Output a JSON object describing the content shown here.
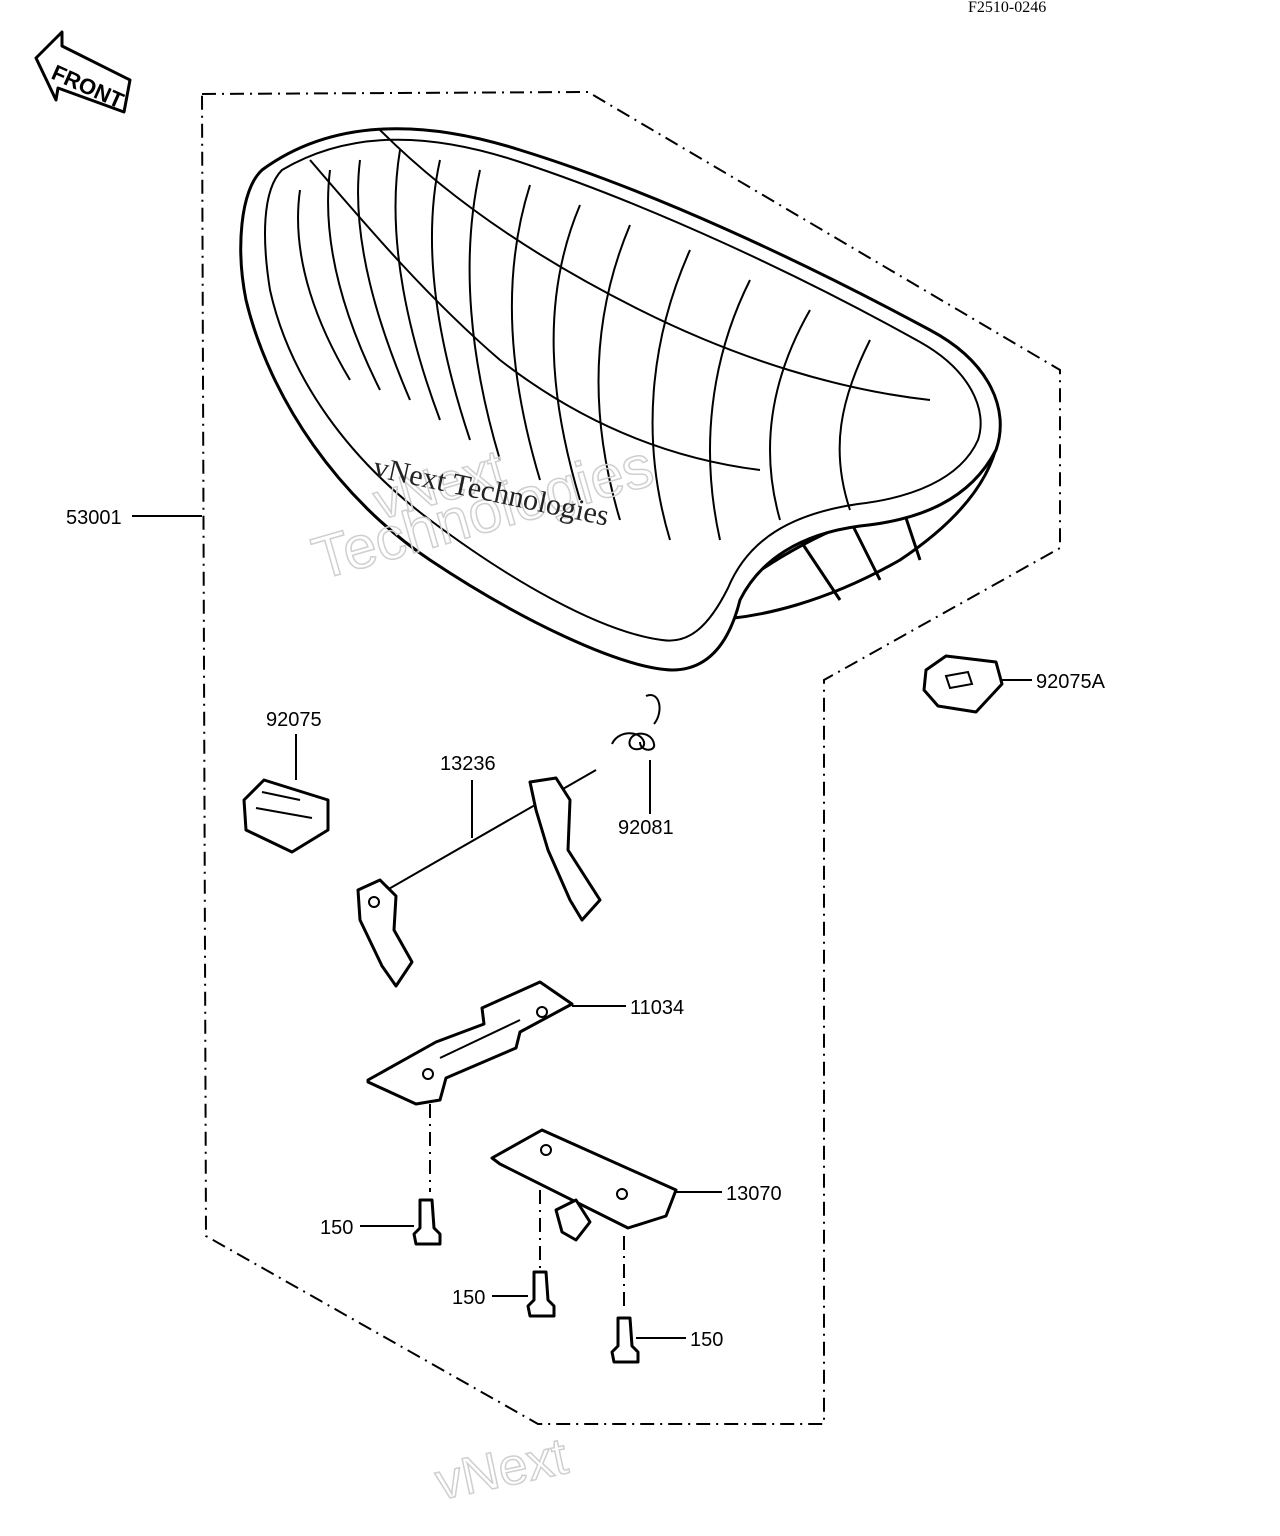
{
  "diagram_code": "F2510-0246",
  "front_label": "FRONT",
  "watermarks": {
    "big_line1": "vNext",
    "big_line2": "Technologies",
    "small": "vNext Technologies",
    "bottom": "vNext"
  },
  "parts": {
    "seat": "53001",
    "stopper_right": "92075A",
    "stopper_left": "92075",
    "hook_shaft": "13236",
    "spring": "92081",
    "plate": "11034",
    "bracket": "13070",
    "bolt_1": "150",
    "bolt_2": "150",
    "bolt_3": "150"
  }
}
